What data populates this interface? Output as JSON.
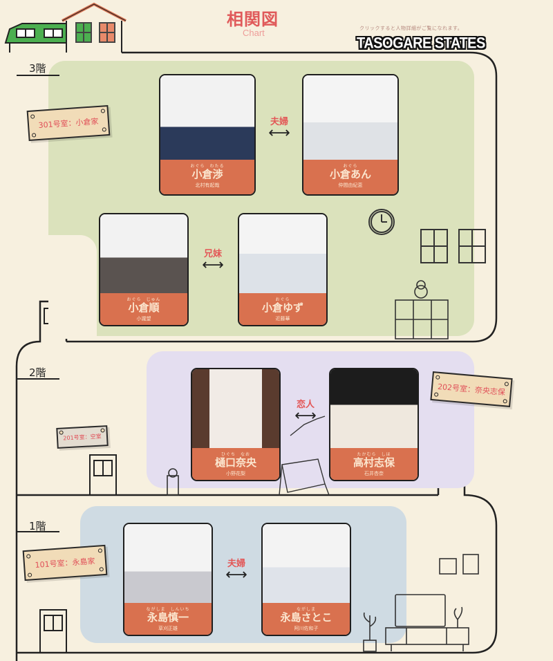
{
  "header": {
    "title_jp": "相関図",
    "title_en": "Chart",
    "hint": "クリックすると人物詳細がご覧になれます。",
    "brand": "TASOGARE STATES"
  },
  "colors": {
    "background": "#f7f0df",
    "floor3_zone": "#dbe2bc",
    "floor2_zone": "#e4def0",
    "floor1_zone": "#cfdbe3",
    "nameplate": "#d9714f",
    "accent_red": "#e35656",
    "plate_bg": "#f1dcb8"
  },
  "floors": [
    {
      "label": "3階",
      "room_plates": [
        {
          "text": "301号室：小倉家"
        }
      ],
      "characters": [
        {
          "ruby": "おぐら　わたる",
          "name": "小倉渉",
          "actor": "北村有起哉"
        },
        {
          "ruby": "おぐら",
          "name": "小倉あん",
          "actor": "仲間由紀恵"
        },
        {
          "ruby": "おぐら　じゅん",
          "name": "小倉順",
          "actor": "小瀧望"
        },
        {
          "ruby": "おぐら",
          "name": "小倉ゆず",
          "actor": "近藤華"
        }
      ],
      "relations": [
        {
          "label": "夫婦",
          "arrow": "⟷"
        },
        {
          "label": "兄妹",
          "arrow": "⟷"
        }
      ]
    },
    {
      "label": "2階",
      "room_plates": [
        {
          "text": "201号室：空室"
        },
        {
          "text": "202号室：奈央志保"
        }
      ],
      "characters": [
        {
          "ruby": "ひぐち　なお",
          "name": "樋口奈央",
          "actor": "小野花梨"
        },
        {
          "ruby": "たかむら　しほ",
          "name": "高村志保",
          "actor": "石井杏奈"
        }
      ],
      "relations": [
        {
          "label": "恋人",
          "arrow": "⟷"
        }
      ]
    },
    {
      "label": "1階",
      "room_plates": [
        {
          "text": "101号室：永島家"
        }
      ],
      "characters": [
        {
          "ruby": "ながしま　しんいち",
          "name": "永島慎一",
          "actor": "草刈正雄"
        },
        {
          "ruby": "ながしま",
          "name": "永島さとこ",
          "actor": "阿川佐和子"
        }
      ],
      "relations": [
        {
          "label": "夫婦",
          "arrow": "⟷"
        }
      ]
    }
  ]
}
